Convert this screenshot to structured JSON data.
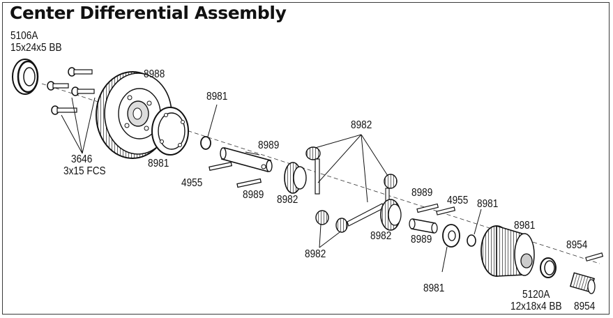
{
  "title": "Center Differential Assembly",
  "labels": {
    "bb_5106a_part": "5106A",
    "bb_5106a_spec": "15x24x5 BB",
    "gear_8988": "8988",
    "washer_8981_top": "8981",
    "ring_8981": "8981",
    "screw_3646_part": "3646",
    "screw_3646_spec": "3x15 FCS",
    "shaft_8989_top": "8989",
    "pin_4955_left": "4955",
    "pin_8989_left": "8989",
    "gear_8982_left": "8982",
    "gears_8982_top": "8982",
    "gears_8982_bottom": "8982",
    "gear_8982_right": "8982",
    "pin_8989_right": "8989",
    "pin_4955_right": "4955",
    "washer_8981_right": "8981",
    "shaft_8989_right": "8989",
    "washer_8981_bottom": "8981",
    "housing_8981": "8981",
    "pin_8954_top": "8954",
    "bb_5120a_part": "5120A",
    "bb_5120a_spec": "12x18x4 BB",
    "output_8954": "8954"
  },
  "colors": {
    "line": "#111111",
    "fill": "#ffffff",
    "shade": "#bdbdbd"
  }
}
